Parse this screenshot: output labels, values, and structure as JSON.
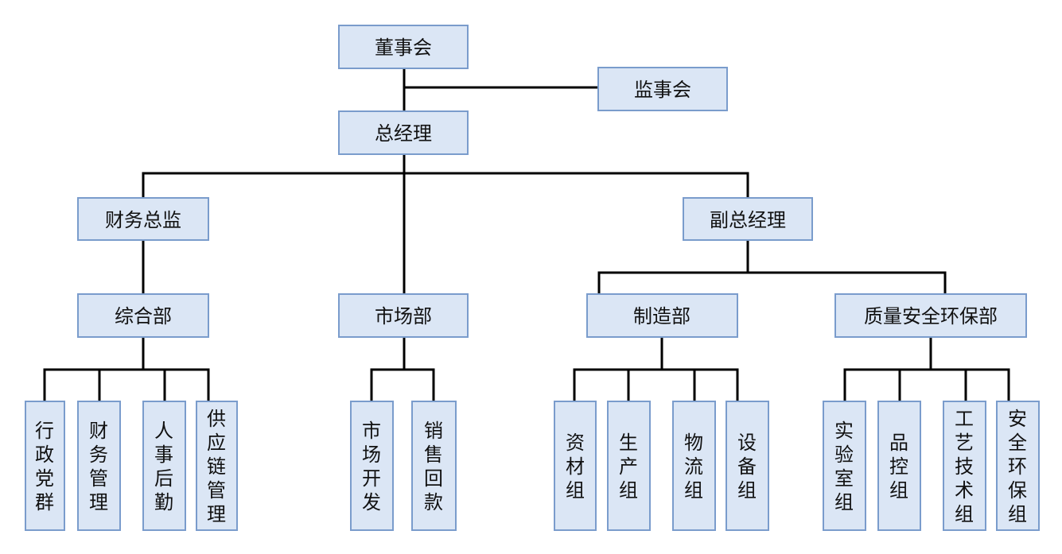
{
  "nodes": {
    "board": "董事会",
    "supervisors": "监事会",
    "gm": "总经理",
    "cfo": "财务总监",
    "vgm": "副总经理",
    "general_dept": "综合部",
    "market_dept": "市场部",
    "mfg_dept": "制造部",
    "qse_dept": "质量安全环保部",
    "admin": "行政党群",
    "finance": "财务管理",
    "hr": "人事后勤",
    "supply": "供应链管理",
    "market_dev": "市场开发",
    "sales": "销售回款",
    "materials": "资材组",
    "production": "生产组",
    "logistics": "物流组",
    "equipment": "设备组",
    "lab": "实验室组",
    "qc": "品控组",
    "process": "工艺技术组",
    "safety": "安全环保组"
  }
}
